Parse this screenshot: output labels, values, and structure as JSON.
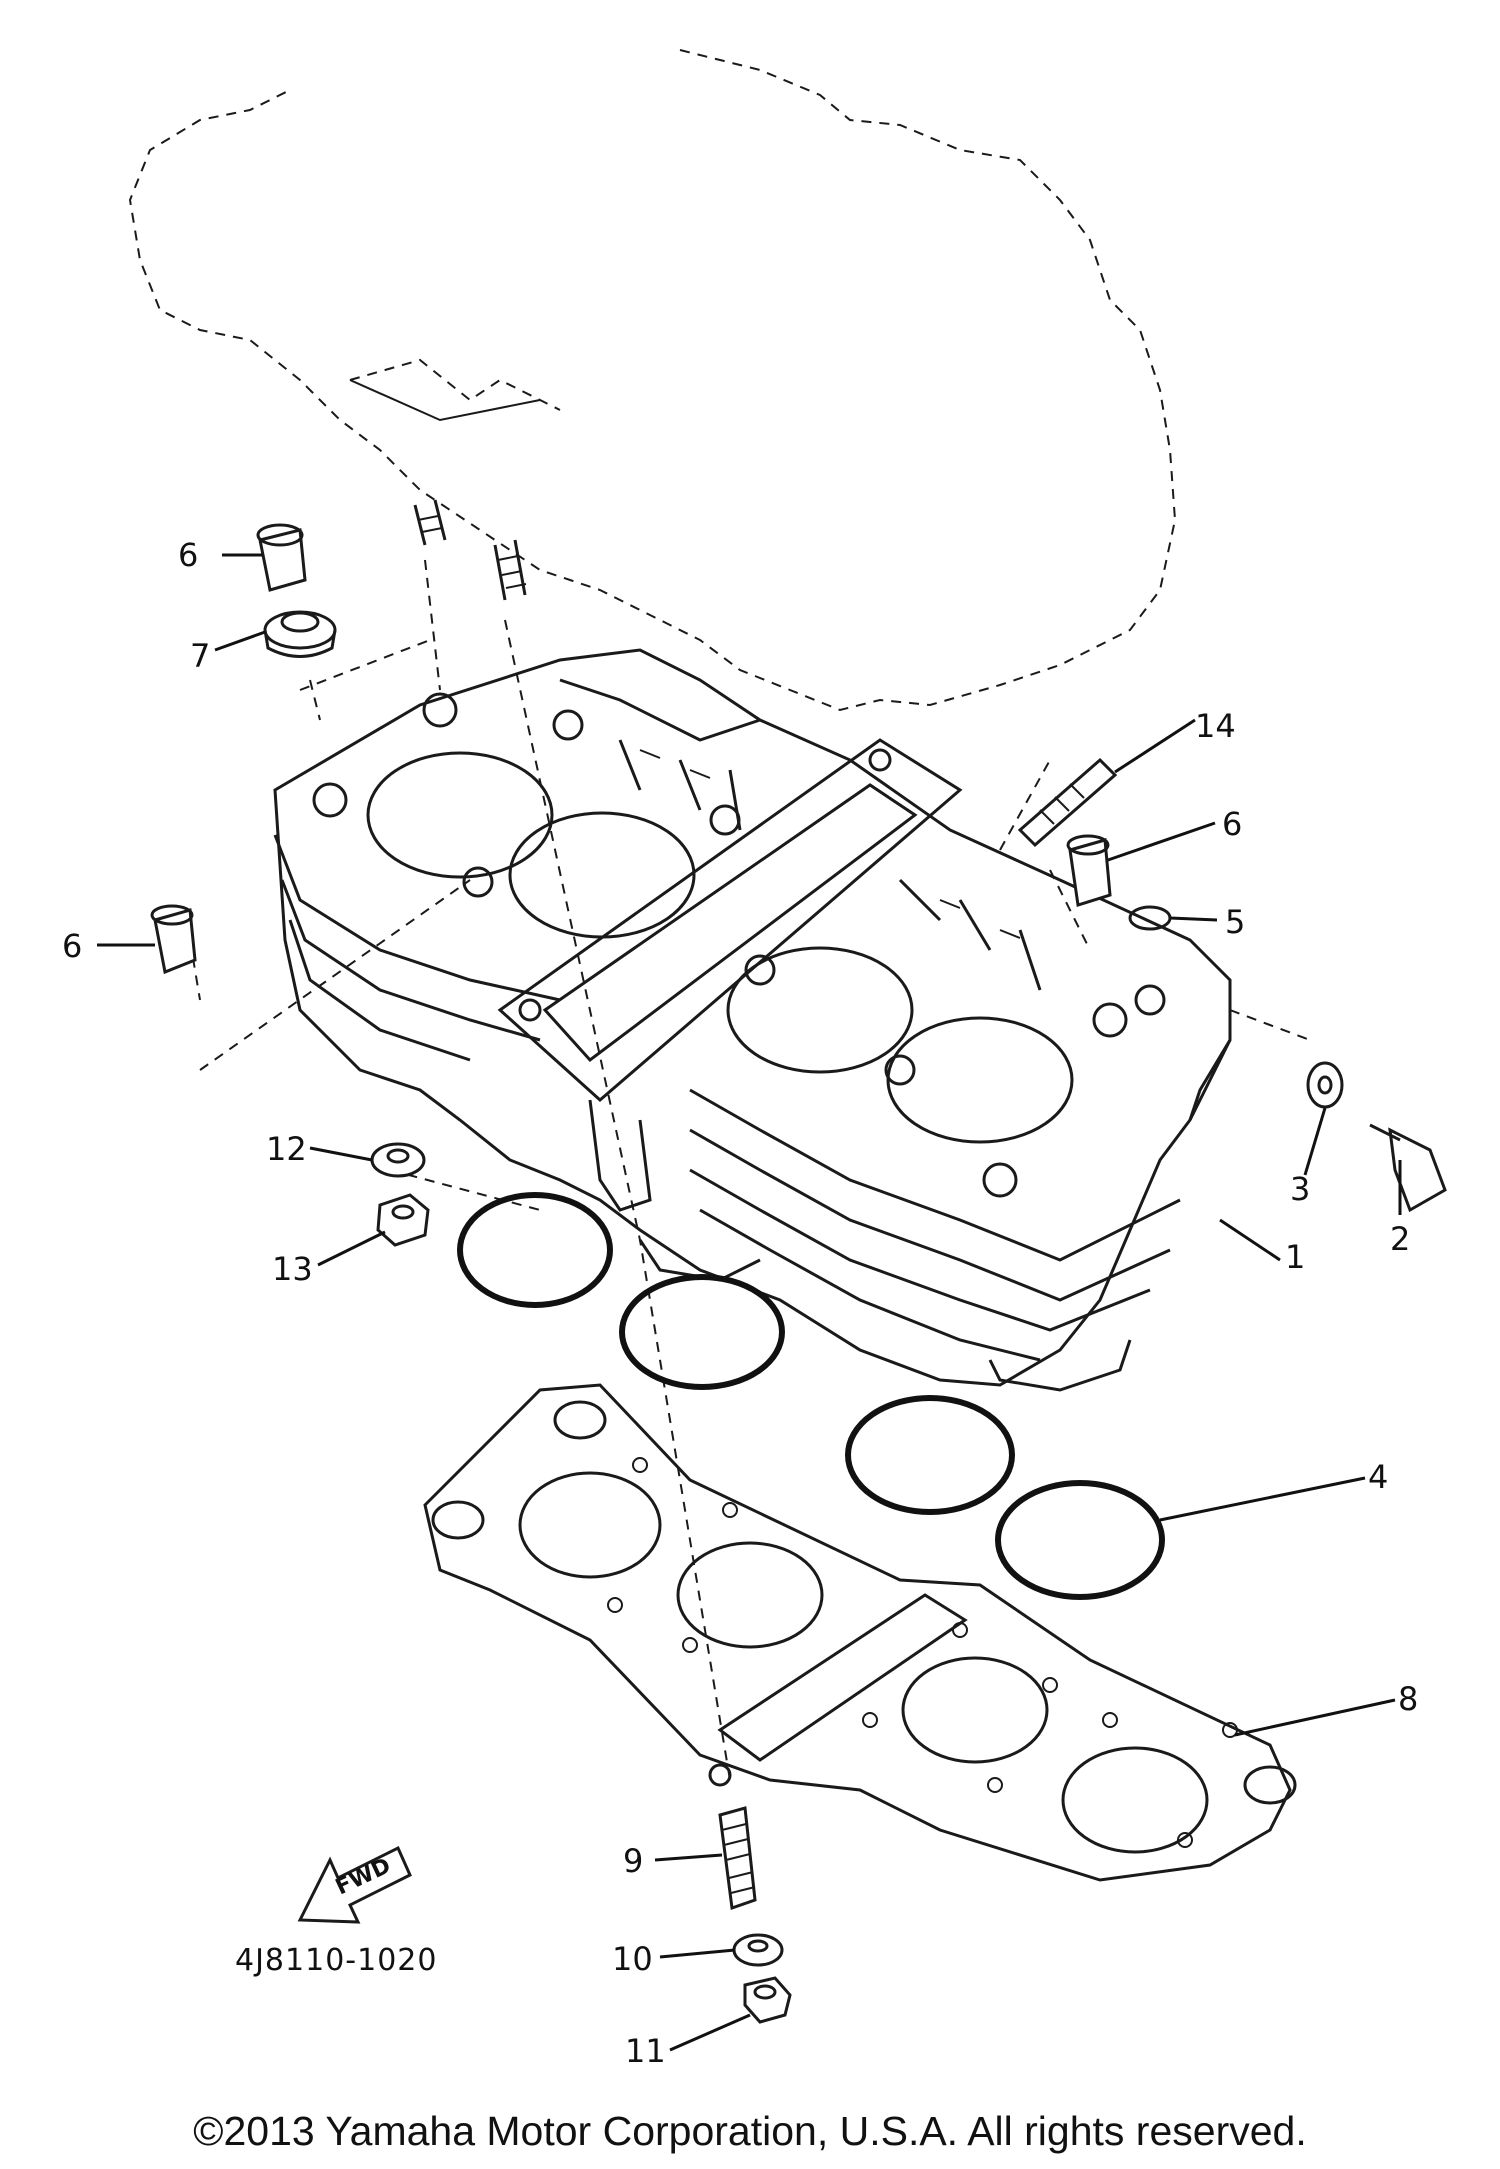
{
  "diagram": {
    "callouts": [
      {
        "id": "c1",
        "text": "1"
      },
      {
        "id": "c2",
        "text": "2"
      },
      {
        "id": "c3",
        "text": "3"
      },
      {
        "id": "c4",
        "text": "4"
      },
      {
        "id": "c5",
        "text": "5"
      },
      {
        "id": "c6a",
        "text": "6"
      },
      {
        "id": "c6b",
        "text": "6"
      },
      {
        "id": "c6c",
        "text": "6"
      },
      {
        "id": "c7",
        "text": "7"
      },
      {
        "id": "c8",
        "text": "8"
      },
      {
        "id": "c9",
        "text": "9"
      },
      {
        "id": "c10",
        "text": "10"
      },
      {
        "id": "c11",
        "text": "11"
      },
      {
        "id": "c12",
        "text": "12"
      },
      {
        "id": "c13",
        "text": "13"
      },
      {
        "id": "c14",
        "text": "14"
      }
    ],
    "fwd_label": "FWD",
    "part_code": "4J8110-1020",
    "copyright": "©2013 Yamaha Motor Corporation, U.S.A. All rights reserved."
  }
}
